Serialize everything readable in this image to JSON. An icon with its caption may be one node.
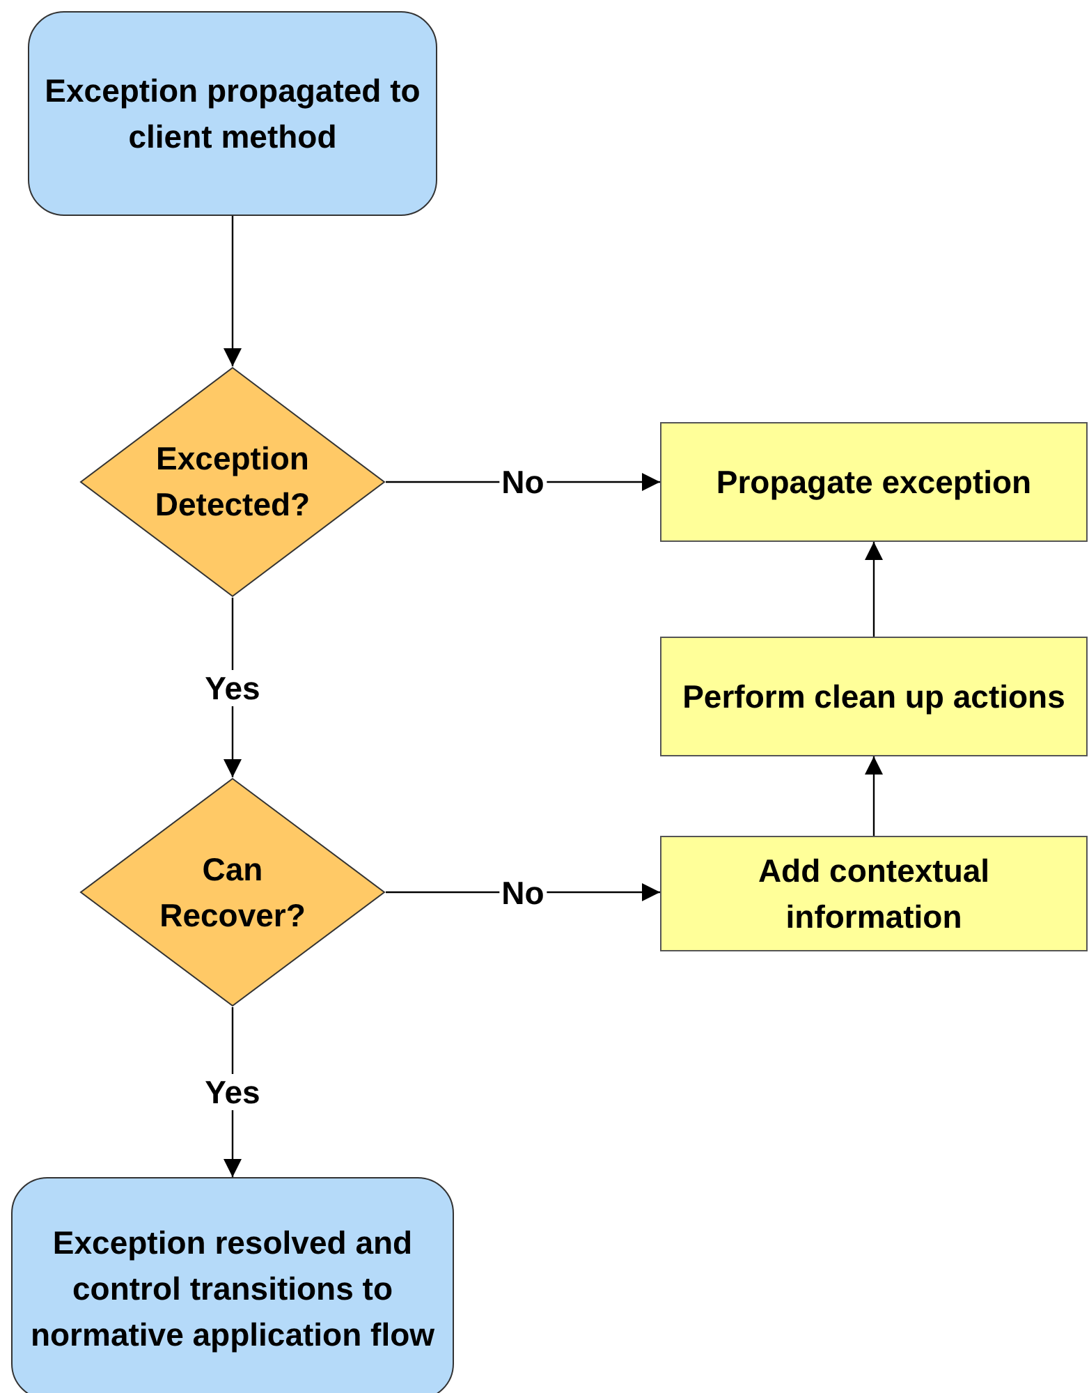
{
  "diagram": {
    "nodes": [
      {
        "text": [
          "Exception propagated to client method"
        ]
      },
      {
        "text": [
          "Exception Detected?"
        ]
      },
      {
        "text": [
          "Propagate exception"
        ]
      },
      {
        "text": [
          "Perform clean up actions"
        ]
      },
      {
        "text": [
          "Can Recover?"
        ]
      },
      {
        "text": [
          "Add contextual information"
        ]
      },
      {
        "text": [
          "Exception resolved and control transitions to normative application flow"
        ]
      }
    ],
    "edges": [
      {
        "from": 0,
        "to": 1,
        "arrow": "to"
      },
      {
        "from": 1,
        "to": 2,
        "arrow": "to",
        "label": "No"
      },
      {
        "from": 1,
        "to": 4,
        "arrow": "to",
        "label": "Yes"
      },
      {
        "from": 4,
        "to": 5,
        "arrow": "to",
        "label": "No"
      },
      {
        "from": 5,
        "to": 3,
        "arrow": "to"
      },
      {
        "from": 3,
        "to": 2,
        "arrow": "to"
      },
      {
        "from": 4,
        "to": 6,
        "arrow": "to",
        "label": "Yes"
      }
    ]
  }
}
